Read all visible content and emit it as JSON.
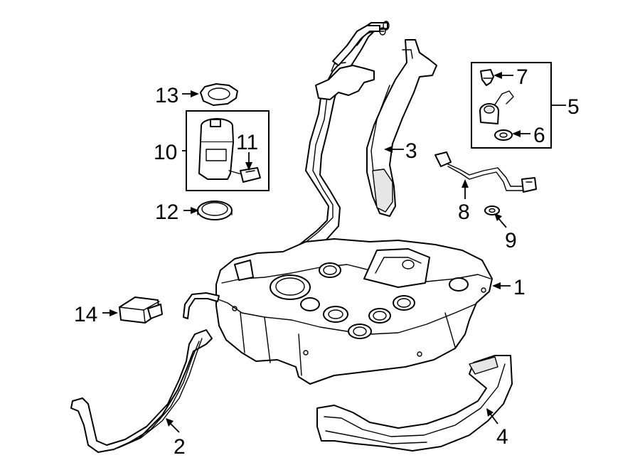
{
  "callouts": {
    "c1": "1",
    "c2": "2",
    "c3": "3",
    "c4": "4",
    "c5": "5",
    "c6": "6",
    "c7": "7",
    "c8": "8",
    "c9": "9",
    "c10": "10",
    "c11": "11",
    "c12": "12",
    "c13": "13",
    "c14": "14"
  },
  "colors": {
    "line": "#000000",
    "background": "#ffffff",
    "shade": "#e6e6e6"
  }
}
